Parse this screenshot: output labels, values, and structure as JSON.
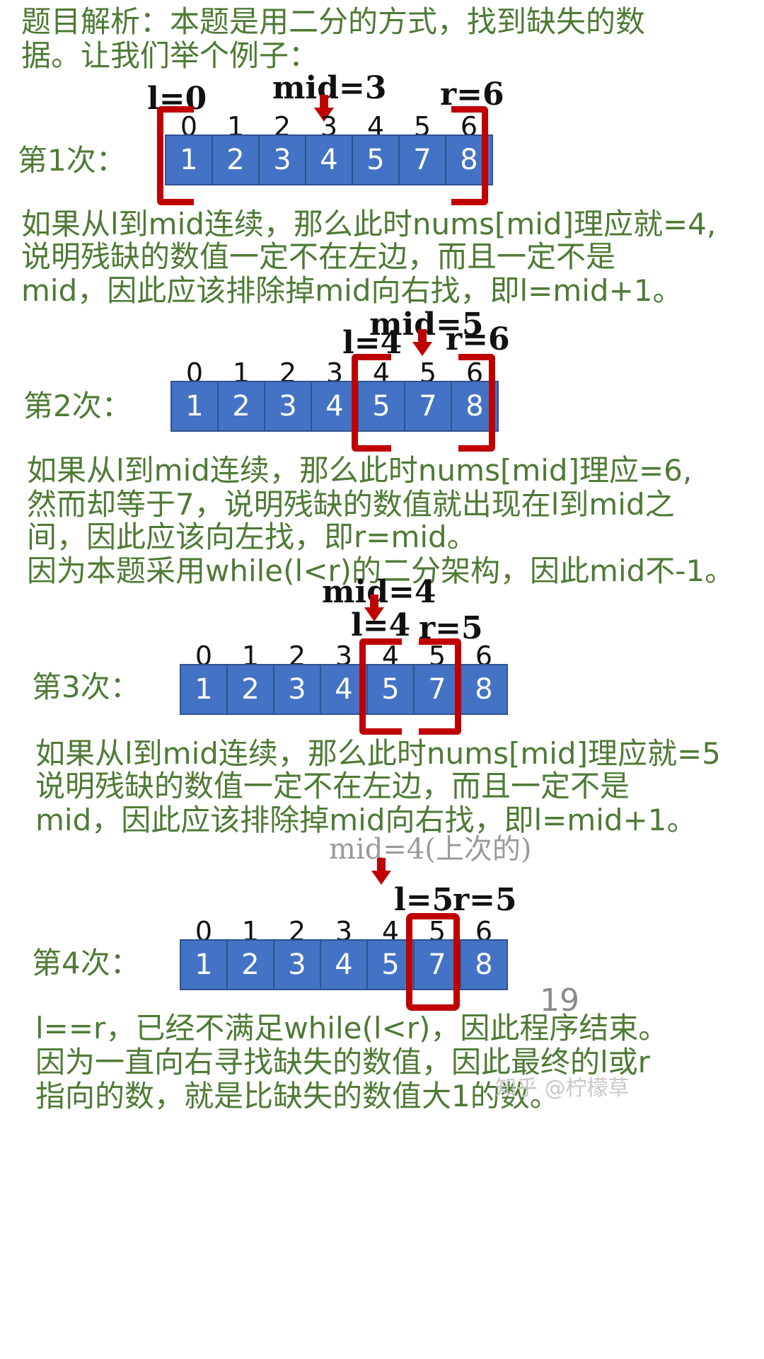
{
  "intro": [
    "题目解析：本题是用二分的方式，找到缺失的数",
    "据。让我们举个例子："
  ],
  "indices": [
    "0",
    "1",
    "2",
    "3",
    "4",
    "5",
    "6"
  ],
  "values": [
    "1",
    "2",
    "3",
    "4",
    "5",
    "7",
    "8"
  ],
  "steps": [
    {
      "label": "第1次：",
      "markers": {
        "l": "l=0",
        "mid": "mid=3",
        "r": "r=6"
      },
      "explain": [
        "如果从l到mid连续，那么此时nums[mid]理应就=4,",
        "说明残缺的数值一定不在左边，而且一定不是",
        "mid，因此应该排除掉mid向右找，即l=mid+1。"
      ]
    },
    {
      "label": "第2次：",
      "markers": {
        "l": "l=4",
        "mid": "mid=5",
        "r": "r=6"
      },
      "explain": [
        "如果从l到mid连续，那么此时nums[mid]理应=6,",
        "然而却等于7，说明残缺的数值就出现在l到mid之",
        "间，因此应该向左找，即r=mid。",
        "因为本题采用while(l<r)的二分架构，因此mid不-1。"
      ]
    },
    {
      "label": "第3次：",
      "markers": {
        "l": "l=4",
        "mid": "mid=4",
        "r": "r=5"
      },
      "explain": [
        "如果从l到mid连续，那么此时nums[mid]理应就=5",
        "说明残缺的数值一定不在左边，而且一定不是",
        "mid，因此应该排除掉mid向右找，即l=mid+1。"
      ]
    },
    {
      "label": "第4次：",
      "markers": {
        "l": "l=5",
        "mid": "mid=4(上次的)",
        "r": "r=5"
      },
      "explain": [
        "l==r，已经不满足while(l<r)，因此程序结束。",
        "因为一直向右寻找缺失的数值，因此最终的l或r",
        "指向的数，就是比缺失的数值大1的数。"
      ]
    }
  ],
  "page_number": "19",
  "watermark": "知乎 @柠檬草",
  "colors": {
    "text_green": "#4e7a35",
    "box_blue": "#4472c4",
    "bracket_red": "#c00000"
  }
}
